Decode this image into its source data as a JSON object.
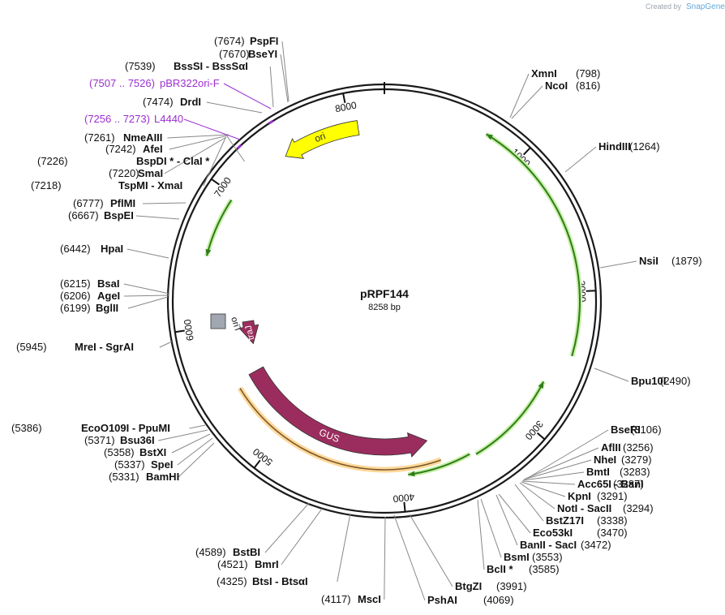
{
  "plasmid": {
    "name": "pRPF144",
    "length_label": "8258 bp",
    "length_bp": 8258
  },
  "credit": {
    "prefix": "Created by",
    "brand": "SnapGene"
  },
  "ticks": [
    {
      "bp": 1000,
      "label": "1000"
    },
    {
      "bp": 2000,
      "label": "2000"
    },
    {
      "bp": 3000,
      "label": "3000"
    },
    {
      "bp": 4000,
      "label": "4000"
    },
    {
      "bp": 5000,
      "label": "5000"
    },
    {
      "bp": 6000,
      "label": "6000"
    },
    {
      "bp": 7000,
      "label": "7000"
    },
    {
      "bp": 8000,
      "label": "8000"
    }
  ],
  "features": [
    {
      "name": "ori",
      "start": 7470,
      "end": 8060,
      "color": "#ffff00",
      "text_color": "#333333",
      "strand": "reverse",
      "type": "ori"
    },
    {
      "name": "oriT",
      "bp": 6170,
      "color": "#a0a7b0",
      "type": "box"
    },
    {
      "name": "traJ",
      "start": 5780,
      "end": 6000,
      "color": "#9b2d5e",
      "text_color": "#ffffff",
      "strand": "forward",
      "type": "arrow"
    },
    {
      "name": "GUS",
      "start": 3740,
      "end": 5540,
      "color": "#9b2d5e",
      "text_color": "#ffffff",
      "strand": "reverse",
      "type": "arrow"
    }
  ],
  "primer_features": [
    {
      "name": "pBR322ori-F",
      "range_label": "(7507 .. 7526)"
    },
    {
      "name": "L4440",
      "range_label": "(7256 .. 7273)"
    }
  ],
  "enzymes_right": [
    {
      "name": "XmnI",
      "pos": "(798)"
    },
    {
      "name": "NcoI",
      "pos": "(816)"
    },
    {
      "name": "HindIII",
      "pos": "(1264)"
    },
    {
      "name": "NsiI",
      "pos": "(1879)"
    },
    {
      "name": "Bpu10I",
      "pos": "(2490)"
    },
    {
      "name": "BseRI",
      "pos": "(3106)"
    },
    {
      "name": "AflII",
      "pos": "(3256)"
    },
    {
      "name": "NheI",
      "pos": "(3279)"
    },
    {
      "name": "BmtI",
      "pos": "(3283)"
    },
    {
      "name": "Acc65I  -  BanI",
      "pos": "(3287)"
    },
    {
      "name": "KpnI",
      "pos": "(3291)"
    },
    {
      "name": "NotI  -  SacII",
      "pos": "(3294)"
    },
    {
      "name": "BstZ17I",
      "pos": "(3338)"
    },
    {
      "name": "Eco53kI",
      "pos": "(3470)"
    },
    {
      "name": "BanII  -  SacI",
      "pos": "(3472)"
    },
    {
      "name": "BsmI",
      "pos": "(3553)"
    },
    {
      "name": "BclI *",
      "pos": "(3585)"
    },
    {
      "name": "BtgZI",
      "pos": "(3991)"
    },
    {
      "name": "PshAI",
      "pos": "(4069)"
    }
  ],
  "enzymes_left": [
    {
      "name": "PspFI",
      "pos": "(7674)"
    },
    {
      "name": "BseYI",
      "pos": "(7670)"
    },
    {
      "name": "BssSI  -  BssSαI",
      "pos": "(7539)"
    },
    {
      "name": "DrdI",
      "pos": "(7474)"
    },
    {
      "name": "NmeAIII",
      "pos": "(7261)"
    },
    {
      "name": "AfeI",
      "pos": "(7242)"
    },
    {
      "name": "BspDI *  -  ClaI *",
      "pos": "(7226)"
    },
    {
      "name": "SmaI",
      "pos": "(7220)"
    },
    {
      "name": "TspMI  -  XmaI",
      "pos": "(7218)"
    },
    {
      "name": "PflMI",
      "pos": "(6777)"
    },
    {
      "name": "BspEI",
      "pos": "(6667)"
    },
    {
      "name": "HpaI",
      "pos": "(6442)"
    },
    {
      "name": "BsaI",
      "pos": "(6215)"
    },
    {
      "name": "AgeI",
      "pos": "(6206)"
    },
    {
      "name": "BglII",
      "pos": "(6199)"
    },
    {
      "name": "MreI  -  SgrAI",
      "pos": "(5945)"
    },
    {
      "name": "EcoO109I  -  PpuMI",
      "pos": "(5386)"
    },
    {
      "name": "Bsu36I",
      "pos": "(5371)"
    },
    {
      "name": "BstXI",
      "pos": "(5358)"
    },
    {
      "name": "SpeI",
      "pos": "(5337)"
    },
    {
      "name": "BamHI",
      "pos": "(5331)"
    },
    {
      "name": "BstBI",
      "pos": "(4589)"
    },
    {
      "name": "BmrI",
      "pos": "(4521)"
    },
    {
      "name": "BtsI  -  BtsαI",
      "pos": "(4325)"
    },
    {
      "name": "MscI",
      "pos": "(4117)"
    }
  ]
}
